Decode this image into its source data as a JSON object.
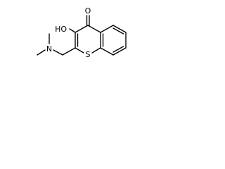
{
  "molecule": {
    "atoms": {
      "carbonyl_oxygen": "O",
      "hydroxyl": "HO",
      "ring_sulfur": "S",
      "amine_nitrogen": "N"
    }
  }
}
